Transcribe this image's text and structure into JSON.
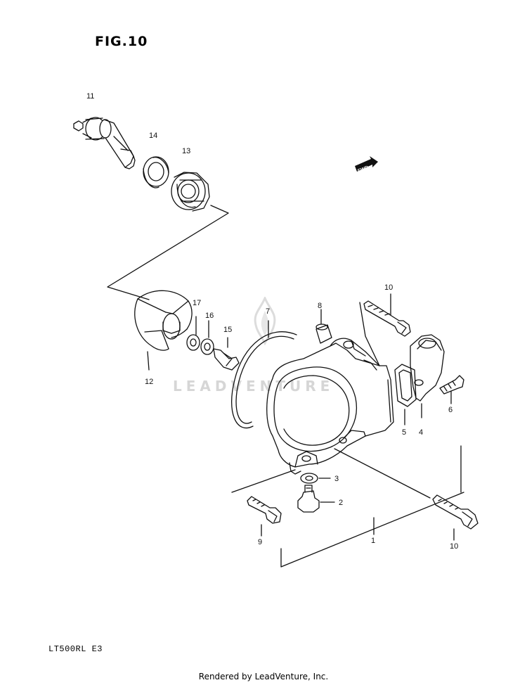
{
  "figure_label": "FIG.10",
  "model_code": "LT500RL  E3",
  "footer_text": "Rendered by LeadVenture, Inc.",
  "watermark_text": "LEADVENTURE",
  "fwd_label": "FWD",
  "part_numbers": {
    "p1": "1",
    "p2": "2",
    "p3": "3",
    "p4": "4",
    "p5": "5",
    "p6": "6",
    "p7": "7",
    "p8": "8",
    "p9": "9",
    "p10a": "10",
    "p10b": "10",
    "p11": "11",
    "p12": "12",
    "p13": "13",
    "p14": "14",
    "p15": "15",
    "p16": "16",
    "p17": "17"
  }
}
